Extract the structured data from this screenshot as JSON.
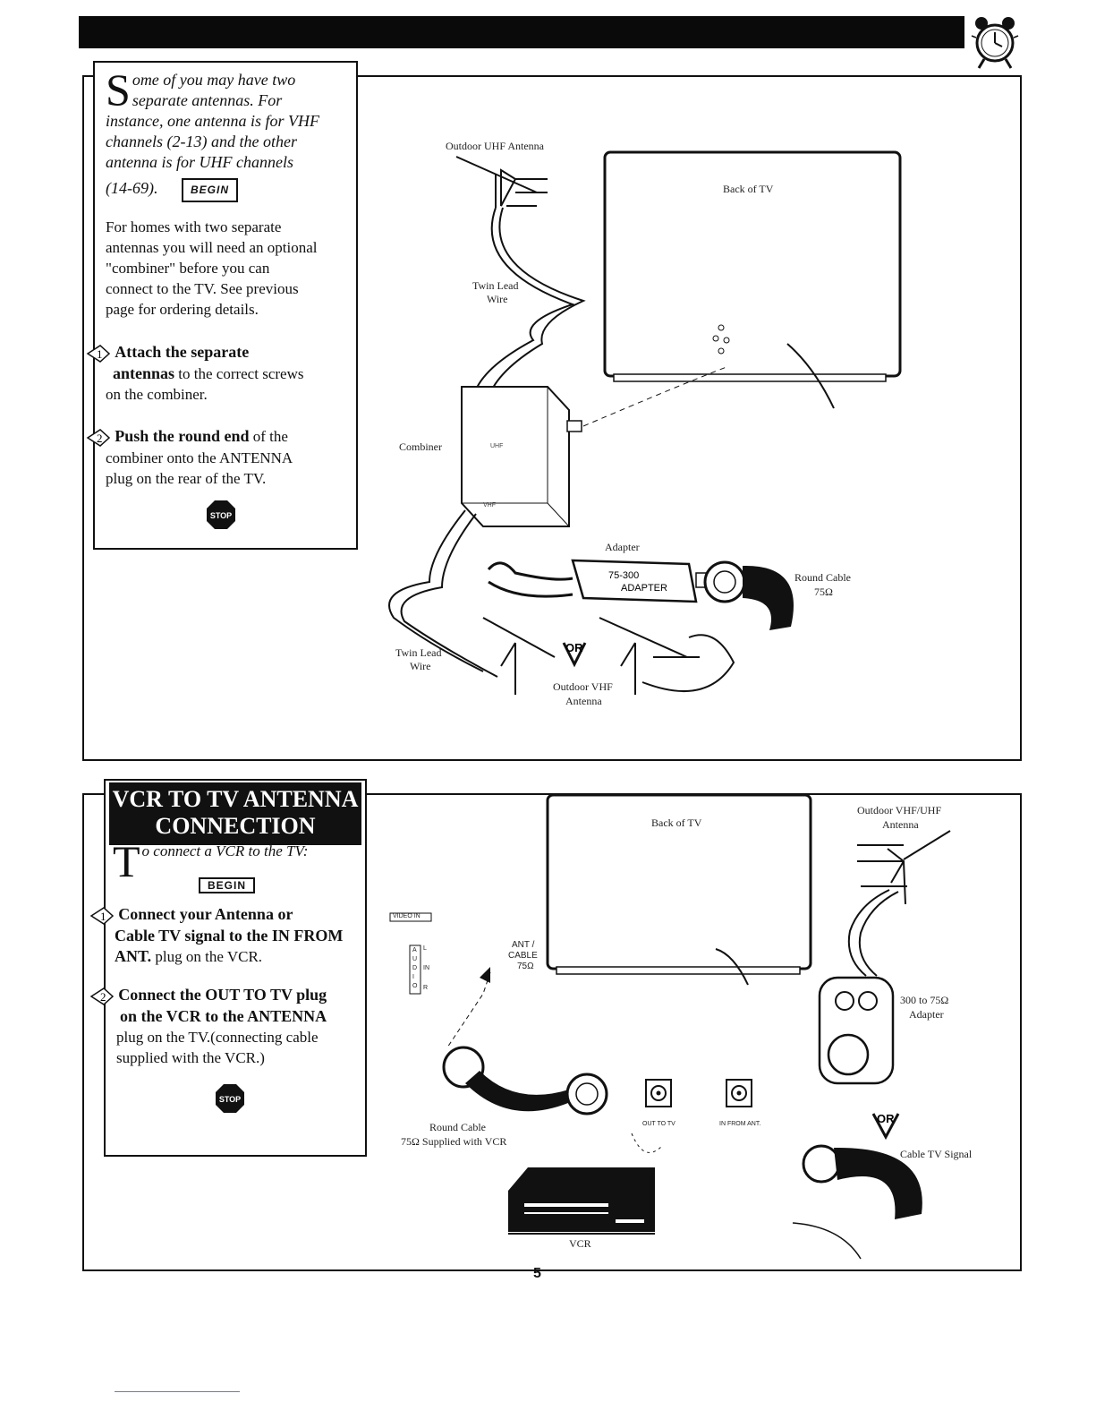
{
  "page": {
    "page_number": "5"
  },
  "section1": {
    "intro_dropcap": "S",
    "intro_lines": [
      "ome of you may have two",
      "separate antennas. For",
      "instance, one antenna is for VHF",
      "channels (2-13) and the other",
      "antenna is for UHF channels",
      "(14-69)."
    ],
    "begin_label": "BEGIN",
    "body_lines": [
      "For homes with two separate",
      "antennas you will need an optional",
      "\"combiner\" before you can",
      "connect to the TV. See previous",
      "page for ordering details."
    ],
    "step1_number": "1",
    "step1_bold": "Attach the separate",
    "step1_bold2": "antennas",
    "step1_rest": " to the correct screws",
    "step1_line3": "on the combiner.",
    "step2_number": "2",
    "step2_bold": "Push the round end",
    "step2_rest": " of the",
    "step2_line2": "combiner onto the ANTENNA",
    "step2_line3": "plug on  the rear of the TV.",
    "stop_label": "STOP"
  },
  "diagram1": {
    "uhf_antenna": "Outdoor UHF Antenna",
    "back_of_tv": "Back of TV",
    "twin_lead_top_1": "Twin Lead",
    "twin_lead_top_2": "Wire",
    "combiner": "Combiner",
    "adapter": "Adapter",
    "adapter_text_1": "75-300",
    "adapter_text_2": "ADAPTER",
    "round_cable_1": "Round Cable",
    "round_cable_2": "75Ω",
    "twin_lead_bottom_1": "Twin Lead",
    "twin_lead_bottom_2": "Wire",
    "or_label": "OR",
    "vhf_antenna_1": "Outdoor VHF",
    "vhf_antenna_2": "Antenna"
  },
  "section2": {
    "title_line1": "VCR TO TV ANTENNA",
    "title_line2": "CONNECTION",
    "intro_dropcap": "T",
    "intro_rest": "o connect a VCR to the TV:",
    "begin_label": "BEGIN",
    "step1_number": "1",
    "step1_bold_1": "Connect your Antenna or",
    "step1_bold_2": "Cable TV signal to the IN FROM",
    "step1_bold_3": "ANT.",
    "step1_rest": " plug on the VCR.",
    "step2_number": "2",
    "step2_bold_1": "Connect the OUT TO TV plug",
    "step2_bold_2": "on the VCR to the ANTENNA",
    "step2_line3": "plug on the TV.(connecting cable",
    "step2_line4": "supplied with the VCR.)",
    "stop_label": "STOP"
  },
  "diagram2": {
    "back_of_tv": "Back of TV",
    "outdoor_antenna_1": "Outdoor VHF/UHF",
    "outdoor_antenna_2": "Antenna",
    "video_in": "VIDEO IN",
    "audio_in_letters": [
      "A",
      "U",
      "D",
      "I",
      "O"
    ],
    "audio_l": "L",
    "audio_in": "IN",
    "audio_r": "R",
    "ant_cable_1": "ANT /",
    "ant_cable_2": "CABLE",
    "ant_cable_3": "75Ω",
    "adapter_1": "300 to 75Ω",
    "adapter_2": "Adapter",
    "round_cable_1": "Round Cable",
    "round_cable_2": "75Ω Supplied with VCR",
    "out_to_tv": "OUT TO TV",
    "in_from_ant": "IN FROM ANT.",
    "or_label": "OR",
    "cable_tv_signal": "Cable TV Signal",
    "vcr": "VCR"
  }
}
